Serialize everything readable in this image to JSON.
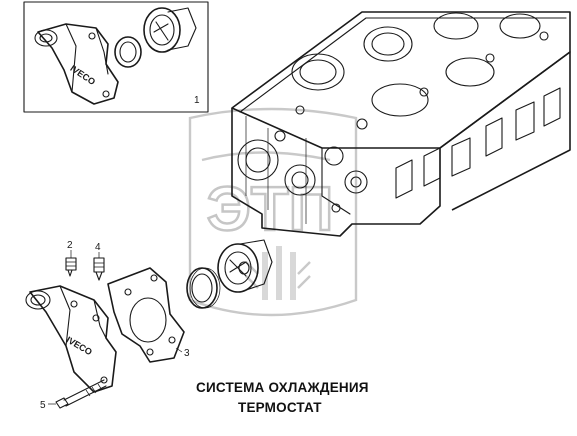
{
  "caption": {
    "line1": "СИСТЕМА ОХЛАЖДЕНИЯ",
    "line2": "ТЕРМОСТАТ"
  },
  "callouts": {
    "inset": "1",
    "part2": "2",
    "part3": "3",
    "part4": "4",
    "part5": "5"
  },
  "housing_brand": {
    "inset": "IVECO",
    "main": "IVECO"
  },
  "watermark": {
    "text": "ЭТП"
  }
}
